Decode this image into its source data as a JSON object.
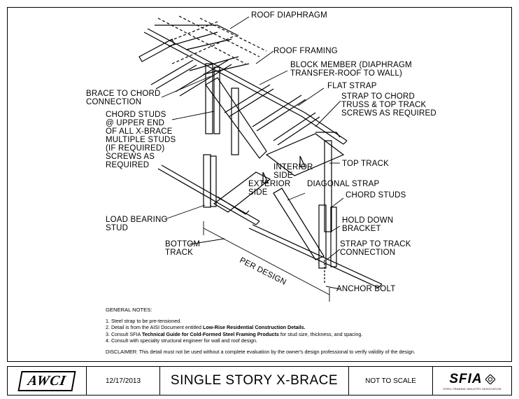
{
  "callouts": {
    "roof_diaphragm": "ROOF DIAPHRAGM",
    "roof_framing": "ROOF FRAMING",
    "block_member": "BLOCK MEMBER (DIAPHRAGM\nTRANSFER-ROOF TO WALL)",
    "flat_strap": "FLAT STRAP",
    "strap_to_chord": "STRAP TO CHORD\nTRUSS & TOP TRACK\nSCREWS AS REQUIRED",
    "brace_to_chord": "BRACE TO CHORD\nCONNECTION",
    "chord_studs_upper": "CHORD STUDS\n@ UPPER END\nOF ALL X-BRACE\nMULTIPLE STUDS\n(IF REQUIRED)\nSCREWS AS\nREQUIRED",
    "top_track": "TOP TRACK",
    "interior_side": "INTERIOR\nSIDE",
    "exterior_side": "EXTERIOR\nSIDE",
    "diagonal_strap": "DIAGONAL STRAP",
    "chord_studs": "CHORD STUDS",
    "load_bearing_stud": "LOAD BEARING\nSTUD",
    "hold_down_bracket": "HOLD DOWN\nBRACKET",
    "bottom_track": "BOTTOM\nTRACK",
    "strap_to_track": "STRAP TO TRACK\nCONNECTION",
    "per_design": "PER DESIGN",
    "anchor_bolt": "ANCHOR BOLT"
  },
  "notes": {
    "header": "GENERAL NOTES:",
    "n1": "1. Steel strap to be pre-tensioned.",
    "n2_pre": "2. Detail is from the AISI Document entitled ",
    "n2_bold": "Low-Rise Residential Construction Details.",
    "n3_pre": "3. Consult SFIA ",
    "n3_bold": "Technical Guide for Cold-Formed Steel Framing Products",
    "n3_post": " for stud size, thickness, and spacing.",
    "n4": "4. Consult with specialty structural engineer for wall and roof design.",
    "disclaimer": "DISCLAIMER: This detail must not be used without a complete evaluation by the owner's design professional to verify validity of the design."
  },
  "title_block": {
    "awci_logo": "AWCI",
    "date": "12/17/2013",
    "title": "SINGLE STORY X-BRACE",
    "scale": "NOT TO SCALE",
    "sfia_logo": "SFIA",
    "sfia_subtitle": "STEEL FRAMING INDUSTRY ASSOCIATION"
  }
}
